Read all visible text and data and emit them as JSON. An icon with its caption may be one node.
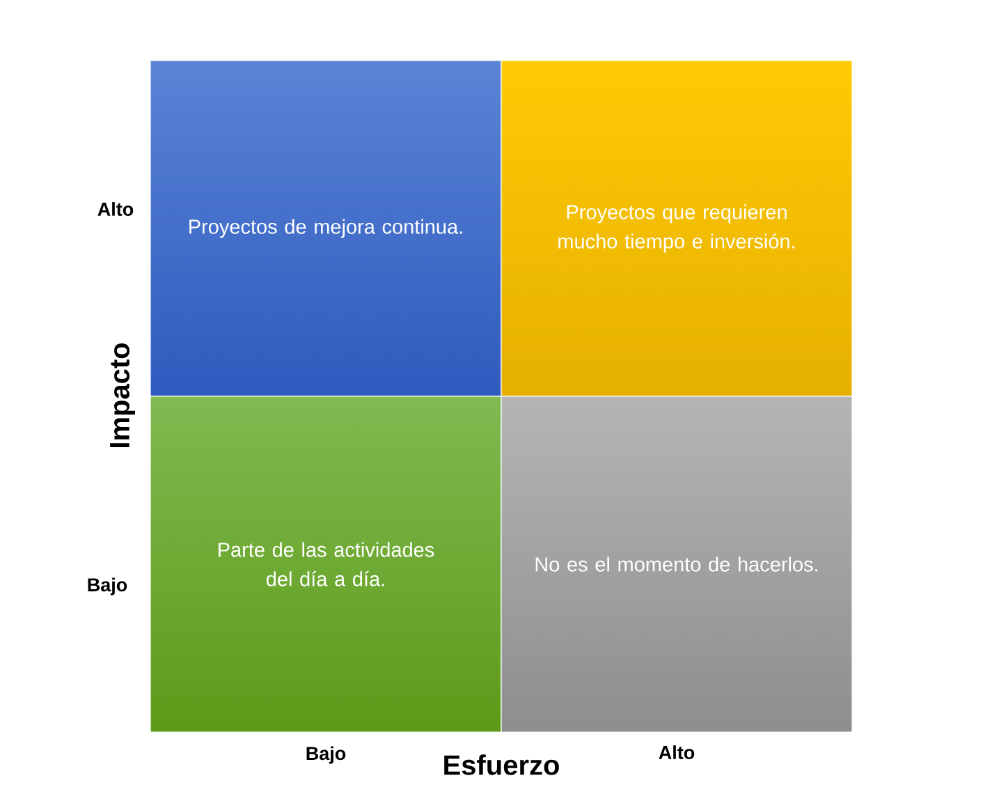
{
  "diagram": {
    "nodes": [
      {
        "text": [
          "Proyectos de mejora continua."
        ]
      },
      {
        "text": [
          "Proyectos que requieren mucho tiempo e inversión."
        ]
      },
      {
        "text": [
          "Parte de las actividades del día a día."
        ]
      },
      {
        "text": [
          "No es el momento de hacerlos."
        ]
      }
    ],
    "labels": [
      "Alto",
      "Impacto",
      "Bajo",
      "Bajo",
      "Esfuerzo",
      "Alto"
    ]
  }
}
